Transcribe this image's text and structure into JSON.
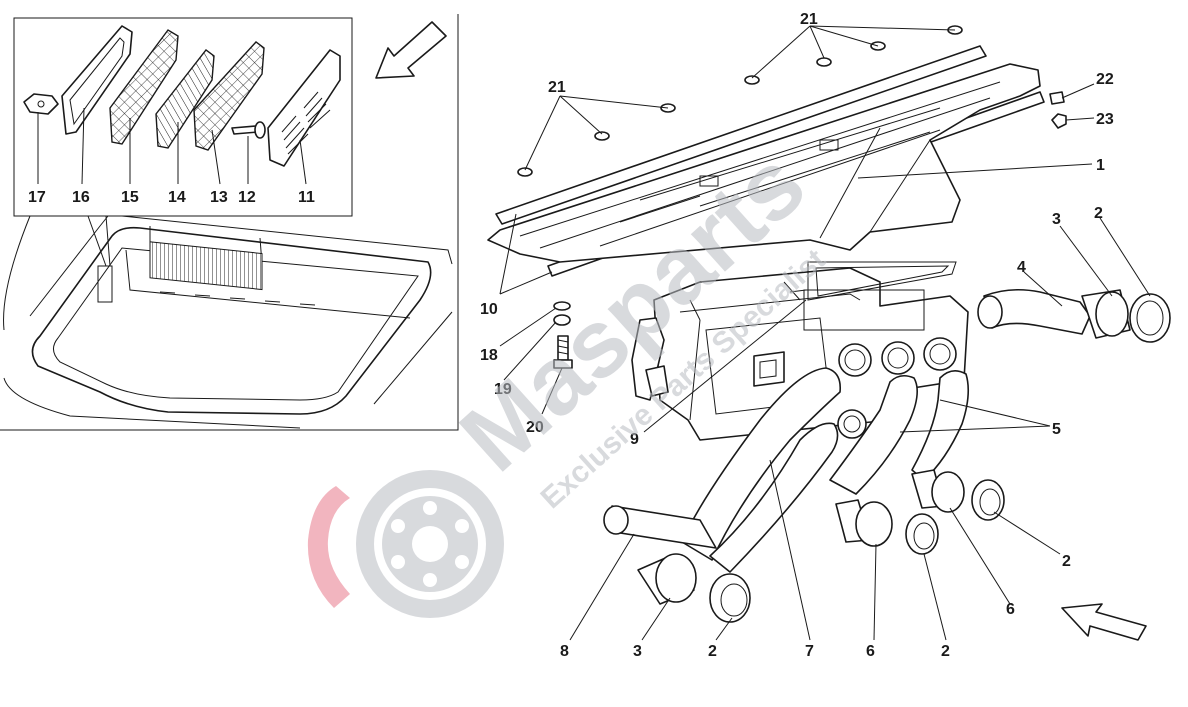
{
  "watermark": {
    "brand": "Masparts",
    "tagline": "Exclusive Parts Specialist"
  },
  "colors": {
    "line": "#1a1a1a",
    "watermark_gray": "#b9bcc2",
    "watermark_red": "#e8798a"
  },
  "callouts": {
    "c17": "17",
    "c16": "16",
    "c15": "15",
    "c14": "14",
    "c13": "13",
    "c12": "12",
    "c11": "11",
    "c21a": "21",
    "c21b": "21",
    "c22": "22",
    "c23": "23",
    "c1": "1",
    "c3a": "3",
    "c2a": "2",
    "c4": "4",
    "c10": "10",
    "c18": "18",
    "c19": "19",
    "c20": "20",
    "c9": "9",
    "c5": "5",
    "c2b": "2",
    "c6a": "6",
    "c8": "8",
    "c3b": "3",
    "c2c": "2",
    "c7": "7",
    "c6b": "6",
    "c2d": "2"
  }
}
